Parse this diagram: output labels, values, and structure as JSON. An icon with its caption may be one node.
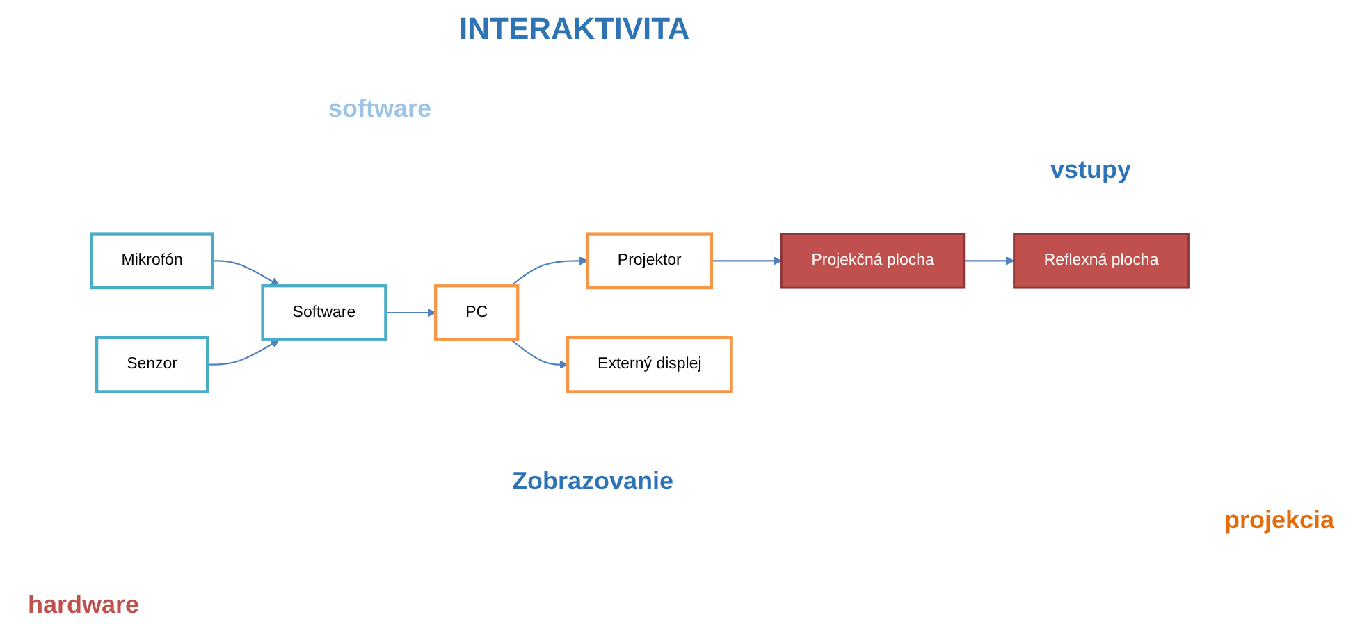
{
  "diagram": {
    "nodes": [
      {
        "text": [
          "Mikrofón"
        ]
      },
      {
        "text": [
          "Software"
        ]
      },
      {
        "text": [
          "Senzor"
        ]
      },
      {
        "text": [
          "PC"
        ]
      },
      {
        "text": [
          "Projektor"
        ]
      },
      {
        "text": [
          "Externý displej"
        ]
      },
      {
        "text": [
          "Projekčná plocha"
        ]
      },
      {
        "text": [
          "Reflexná plocha"
        ]
      }
    ],
    "edges": [
      {
        "from": 0,
        "to": 1,
        "arrow": "to"
      },
      {
        "from": 2,
        "to": 1,
        "arrow": "to"
      },
      {
        "from": 1,
        "to": 3,
        "arrow": "to"
      },
      {
        "from": 3,
        "to": 4,
        "arrow": "to"
      },
      {
        "from": 3,
        "to": 5,
        "arrow": "to"
      },
      {
        "from": 4,
        "to": 6,
        "arrow": "to"
      },
      {
        "from": 6,
        "to": 7,
        "arrow": "to"
      }
    ],
    "labels": [
      "INTERAKTIVITA",
      "software",
      "vstupy",
      "Zobrazovanie",
      "projekcia",
      "hardware"
    ]
  }
}
